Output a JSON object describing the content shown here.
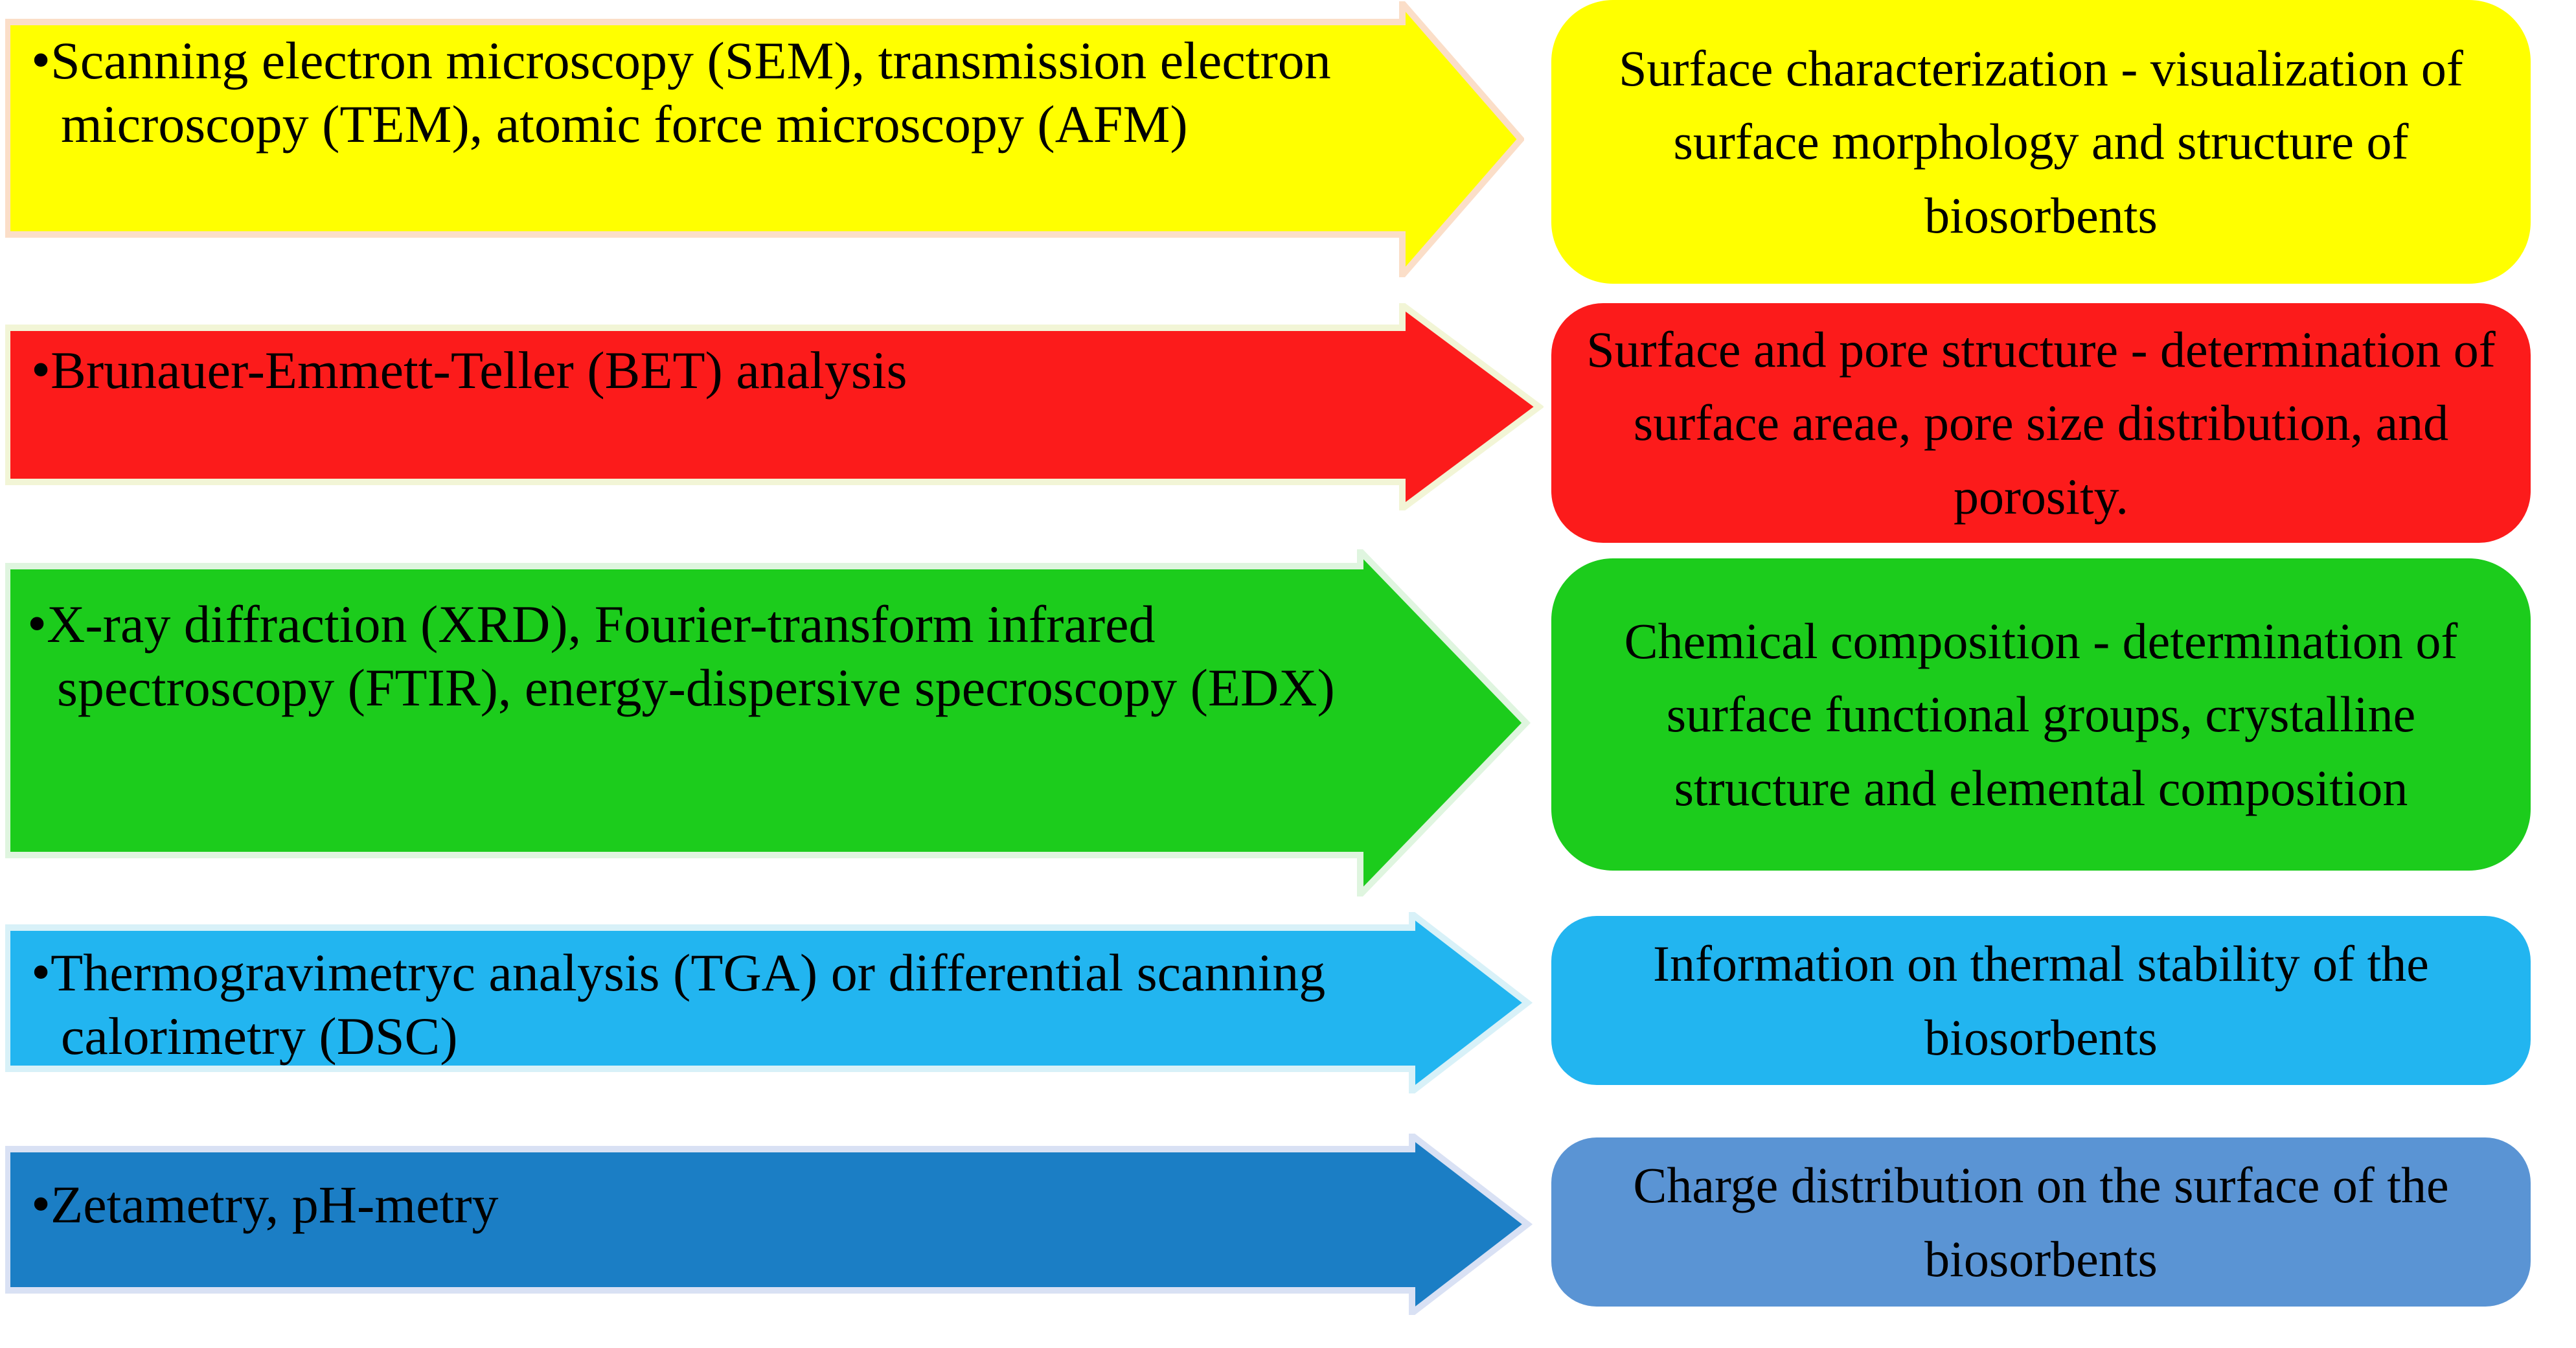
{
  "figure": {
    "background_color": "#FFFFFF",
    "text_color": "#000000",
    "description_rows": 5
  },
  "rows": [
    {
      "id": "microscopy",
      "arrow": {
        "bullet": "•",
        "text": "Scanning electron microscopy (SEM), transmission electron microscopy (TEM), atomic force microscopy (AFM)",
        "fill": "#FFFF00",
        "stroke": "#FBDEC8"
      },
      "box": {
        "text": "Surface characterization - visualization of surface morphology and structure of biosorbents",
        "fill": "#FFFF00"
      }
    },
    {
      "id": "bet-analysis",
      "arrow": {
        "bullet": "•",
        "text": "Brunauer-Emmett-Teller (BET) analysis",
        "fill": "#FC1B1B",
        "stroke": "#F2F5D6"
      },
      "box": {
        "text": "Surface and pore structure - determination of surface areae, pore size distribution, and porosity.",
        "fill": "#FC1B1B"
      }
    },
    {
      "id": "xrd-ftir-edx",
      "arrow": {
        "bullet": "•",
        "text": "X-ray diffraction (XRD), Fourier-transform infrared spectroscopy (FTIR), energy-dispersive specroscopy (EDX)",
        "fill": "#1CCC1C",
        "stroke": "#DFF5DF"
      },
      "box": {
        "text": "Chemical composition - determination of surface functional groups, crystalline structure and elemental composition",
        "fill": "#1CCC1C"
      }
    },
    {
      "id": "tga-dsc",
      "arrow": {
        "bullet": "•",
        "text": "Thermogravimetryc analysis (TGA) or differential scanning calorimetry (DSC)",
        "fill": "#22B5F0",
        "stroke": "#D8F1F8"
      },
      "box": {
        "text": "Information on thermal stability of the biosorbents",
        "fill": "#22B5F0"
      }
    },
    {
      "id": "zetametry",
      "arrow": {
        "bullet": "•",
        "text": "Zetametry, pH-metry",
        "fill": "#1B7EC5",
        "stroke": "#D9E1F4"
      },
      "box": {
        "text": "Charge distribution on the surface of the biosorbents",
        "fill": "#5A94D4"
      }
    }
  ]
}
